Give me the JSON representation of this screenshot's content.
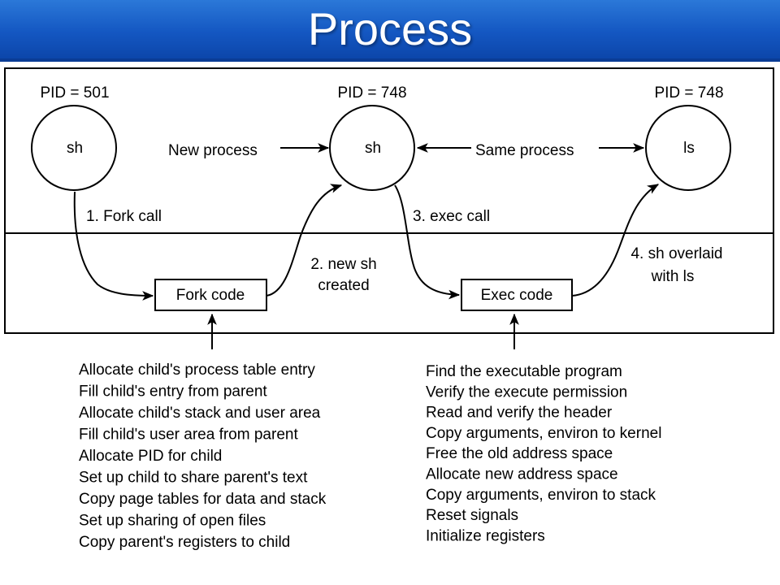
{
  "title": "Process",
  "processes": [
    {
      "pid_label": "PID = 501",
      "name": "sh"
    },
    {
      "pid_label": "PID = 748",
      "name": "sh"
    },
    {
      "pid_label": "PID = 748",
      "name": "ls"
    }
  ],
  "labels": {
    "new_process": "New process",
    "same_process": "Same process",
    "fork_call": "1. Fork call",
    "exec_call": "3. exec call",
    "new_sh_line1": "2. new sh",
    "new_sh_line2": "created",
    "overlaid_line1": "4. sh overlaid",
    "overlaid_line2": "with ls"
  },
  "boxes": {
    "fork": "Fork code",
    "exec": "Exec code"
  },
  "fork_steps": [
    "Allocate child's process table entry",
    "Fill child's entry from parent",
    "Allocate child's stack and user area",
    "Fill child's user area from parent",
    "Allocate PID for child",
    "Set up child to share parent's text",
    "Copy page tables for data and stack",
    "Set up sharing of open files",
    "Copy parent's registers to child"
  ],
  "exec_steps": [
    "Find the executable program",
    "Verify the execute permission",
    "Read and verify the header",
    "Copy arguments, environ to kernel",
    "Free the old address space",
    "Allocate new address space",
    "Copy arguments, environ to stack",
    "Reset signals",
    "Initialize registers"
  ]
}
